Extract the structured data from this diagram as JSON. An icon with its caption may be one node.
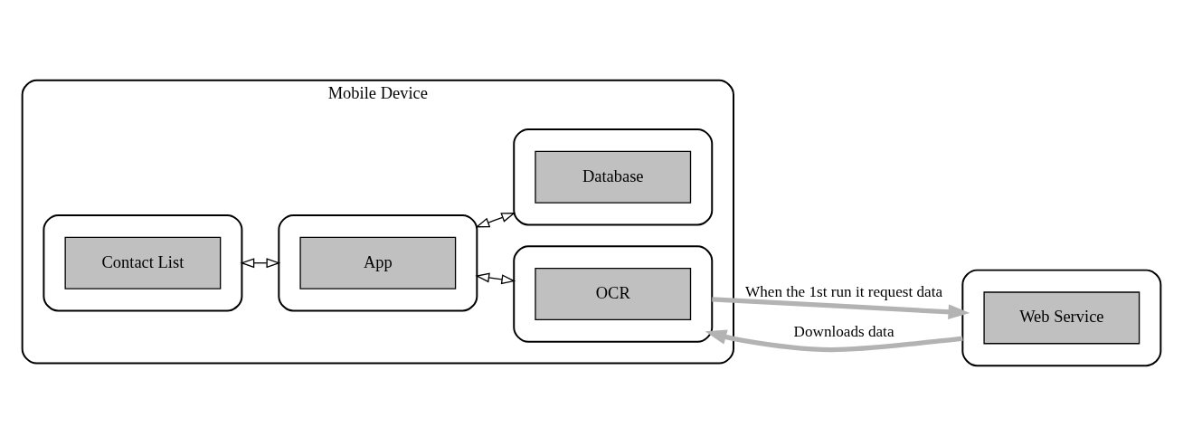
{
  "diagram": {
    "nodes": [
      {
        "text": [
          "Mobile Device"
        ]
      },
      {
        "text": [],
        "shape": "box",
        "in": 0
      },
      {
        "text": [
          "Contact List"
        ],
        "in": 1
      },
      {
        "text": [],
        "shape": "box",
        "in": 0
      },
      {
        "text": [
          "App"
        ],
        "in": 3
      },
      {
        "text": [],
        "shape": "box",
        "in": 0
      },
      {
        "text": [
          "OCR"
        ],
        "in": 5
      },
      {
        "text": [],
        "shape": "box",
        "in": 0
      },
      {
        "text": [
          "Database"
        ],
        "in": 7
      },
      {
        "text": [],
        "shape": "box"
      },
      {
        "text": [
          "Web Service"
        ],
        "in": 9
      }
    ],
    "edges": [
      {
        "from": 1,
        "to": 3,
        "arrow": "both"
      },
      {
        "from": 3,
        "to": 5,
        "arrow": "both"
      },
      {
        "from": 3,
        "to": 7,
        "arrow": "both"
      },
      {
        "from": 5,
        "to": 9,
        "arrow": "to",
        "label": "When the 1st run it request data",
        "style": "thick",
        "color": "#b3b3b3"
      },
      {
        "from": 9,
        "to": 5,
        "arrow": "to",
        "label": "Downloads data",
        "style": "thick",
        "color": "#b3b3b3"
      }
    ]
  }
}
